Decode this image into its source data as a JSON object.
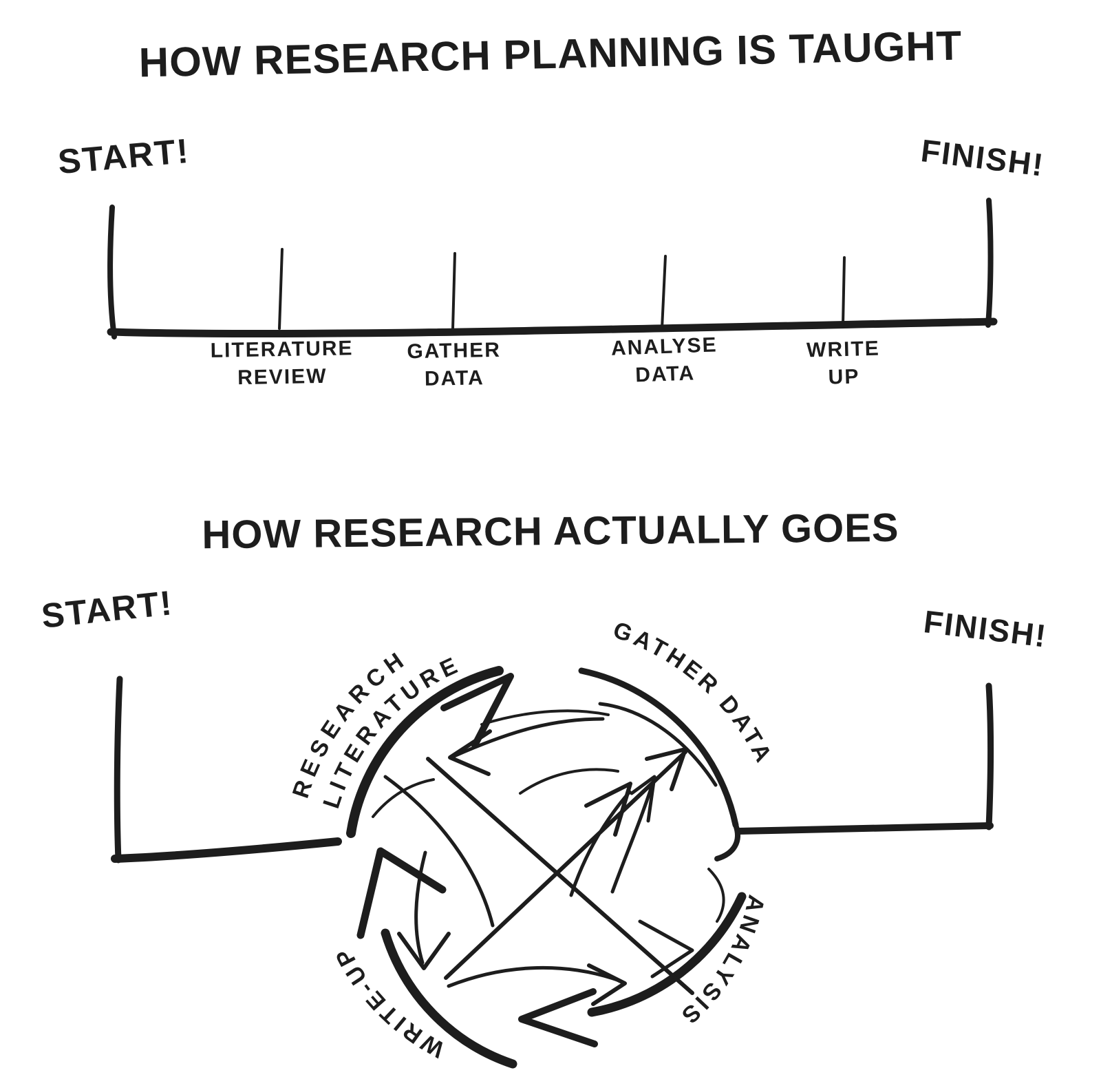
{
  "canvas": {
    "background": "#ffffff",
    "ink": "#1d1d1d"
  },
  "taught": {
    "title": "HOW RESEARCH PLANNING IS TAUGHT",
    "start_label": "START!",
    "finish_label": "FINISH!",
    "stages": [
      {
        "line1": "LITERATURE",
        "line2": "REVIEW"
      },
      {
        "line1": "GATHER",
        "line2": "DATA"
      },
      {
        "line1": "ANALYSE",
        "line2": "DATA"
      },
      {
        "line1": "WRITE",
        "line2": "UP"
      }
    ]
  },
  "actual": {
    "title": "HOW RESEARCH ACTUALLY GOES",
    "start_label": "START!",
    "finish_label": "FINISH!",
    "cycle": {
      "research_line1": "RESEARCH",
      "research_line2": "LITERATURE",
      "gather": "GATHER DATA",
      "analysis": "ANALYSIS",
      "writeup": "WRITE-UP"
    }
  }
}
